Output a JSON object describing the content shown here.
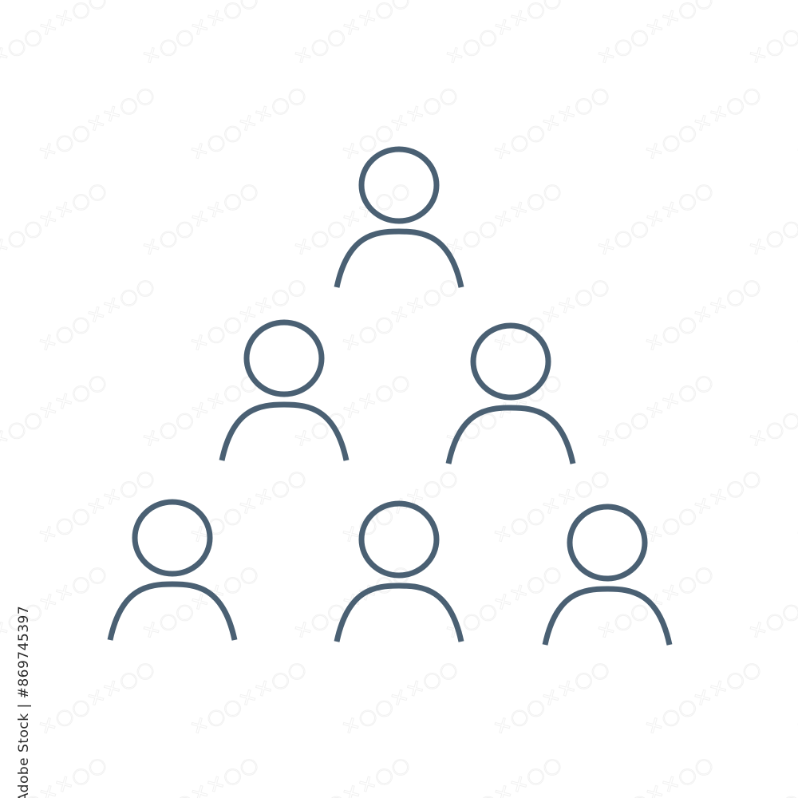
{
  "icon": {
    "name": "hierarchy-people-icon",
    "stroke_color": "#4a6073",
    "rows": [
      1,
      2,
      3
    ]
  },
  "watermark": {
    "color": "#f1f1f1"
  },
  "side_text": "Adobe Stock | #869745397"
}
